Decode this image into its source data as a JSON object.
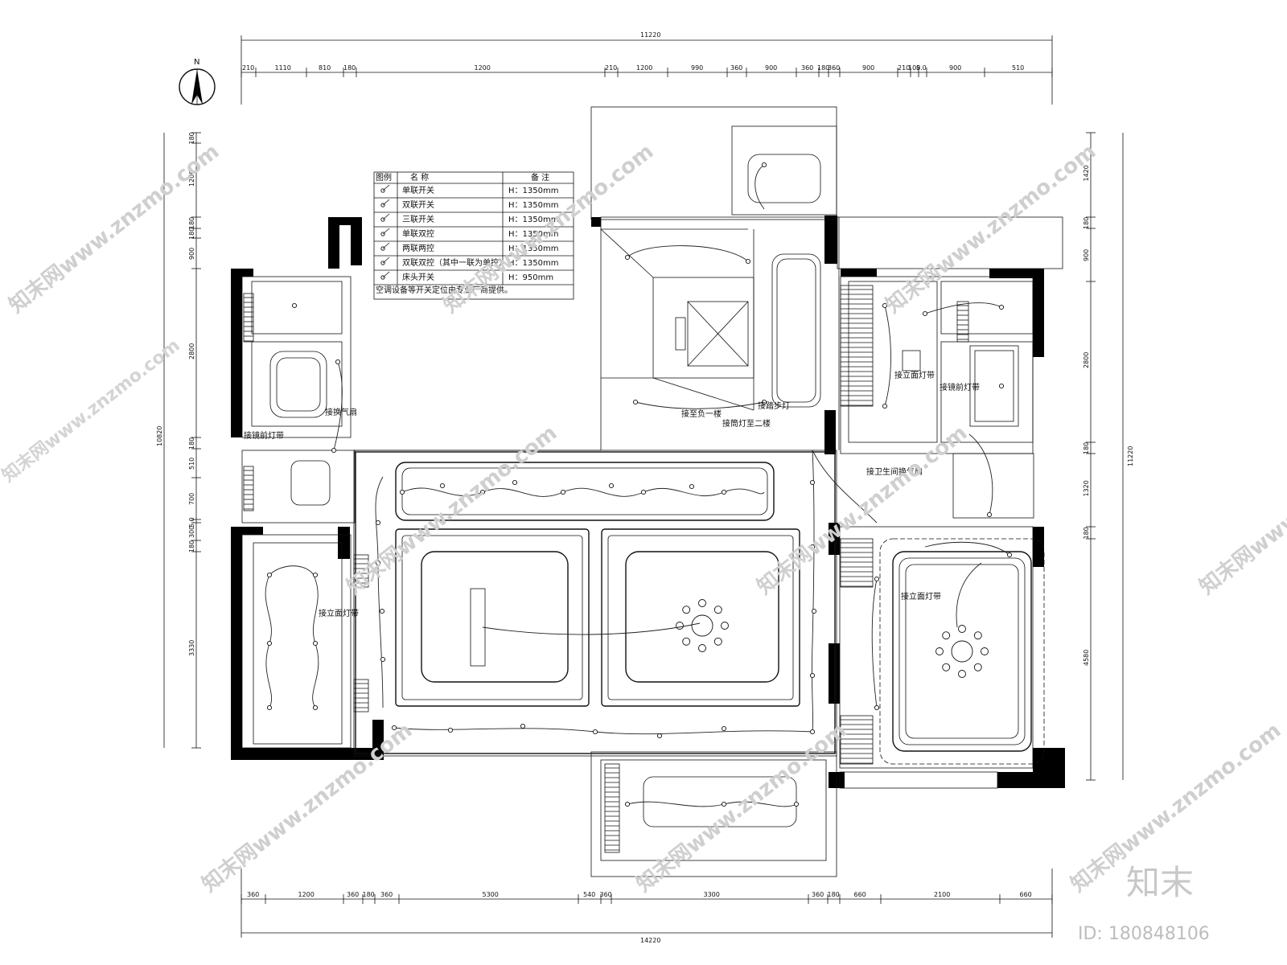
{
  "north_label": "N",
  "dimensions": {
    "top_total": "11220",
    "top_segments": [
      "210",
      "1110",
      "810",
      "180",
      "1200",
      "210",
      "1200",
      "990",
      "360",
      "900",
      "360",
      "180",
      "360",
      "900",
      "210",
      "100",
      "5.0",
      "900",
      "510"
    ],
    "bottom_total": "14220",
    "bottom_segments": [
      "360",
      "1200",
      "360",
      "180",
      "360",
      "5300",
      "540",
      "360",
      "3300",
      "360",
      "180",
      "660",
      "2100",
      "660"
    ],
    "left_total": "10820",
    "left_segments": [
      "180",
      "1200",
      "180",
      "180",
      "900",
      "2800",
      "180",
      "510",
      "700",
      "5.0",
      "300",
      "180",
      "3330"
    ],
    "right_total": "11220",
    "right_segments": [
      "1420",
      "180",
      "900",
      "2800",
      "180",
      "1320",
      "180",
      "4580"
    ]
  },
  "legend": {
    "headers": [
      "图例",
      "名 称",
      "备 注"
    ],
    "rows": [
      {
        "name": "单联开关",
        "note": "H：1350mm"
      },
      {
        "name": "双联开关",
        "note": "H：1350mm"
      },
      {
        "name": "三联开关",
        "note": "H：1350mm"
      },
      {
        "name": "单联双控",
        "note": "H：1350mm"
      },
      {
        "name": "两联两控",
        "note": "H：1350mm"
      },
      {
        "name": "双联双控（其中一联为单控）",
        "note": "H：1350mm"
      },
      {
        "name": "床头开关",
        "note": "H：950mm"
      }
    ],
    "footnote": "空调设备等开关定位由专业厂商提供。"
  },
  "annotations": {
    "stair_down": "接至负一楼",
    "stair_light": "接踏步灯",
    "wall_light_2f": "接筒灯至二楼",
    "bath_fan_left": "接换气扇",
    "mirror_light_left": "接镜前灯带",
    "left_room_strip": "接立面灯带",
    "wc_fan": "接卫生间换气扇",
    "right_mirror_light": "接立面灯带",
    "right_bed_strip": "接立面灯带",
    "right_bath_light": "接镜前灯带"
  },
  "watermarks": {
    "site": "知末网www.znzmo.com",
    "brand": "知末",
    "image_id": "ID: 180848106"
  }
}
